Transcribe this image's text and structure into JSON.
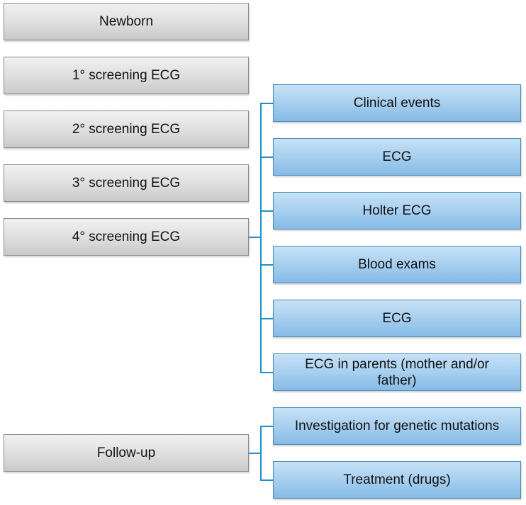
{
  "stages": [
    {
      "label": "Newborn"
    },
    {
      "label": "1° screening ECG"
    },
    {
      "label": "2° screening ECG"
    },
    {
      "label": "3° screening ECG"
    },
    {
      "label": "4° screening ECG"
    }
  ],
  "screening_steps": [
    {
      "label": "Clinical events"
    },
    {
      "label": "ECG"
    },
    {
      "label": "Holter ECG"
    },
    {
      "label": "Blood exams"
    },
    {
      "label": "ECG"
    },
    {
      "label": "ECG in parents (mother and/or father)"
    }
  ],
  "follow_up": {
    "label": "Follow-up",
    "steps": [
      {
        "label": "Investigation for genetic mutations"
      },
      {
        "label": "Treatment (drugs)"
      }
    ]
  },
  "colors": {
    "stage_fill": "#dedede",
    "stage_border": "#8c8c8c",
    "step_fill": "#a4cdee",
    "step_border": "#4a8ab8",
    "connector": "#1f8fd0"
  }
}
